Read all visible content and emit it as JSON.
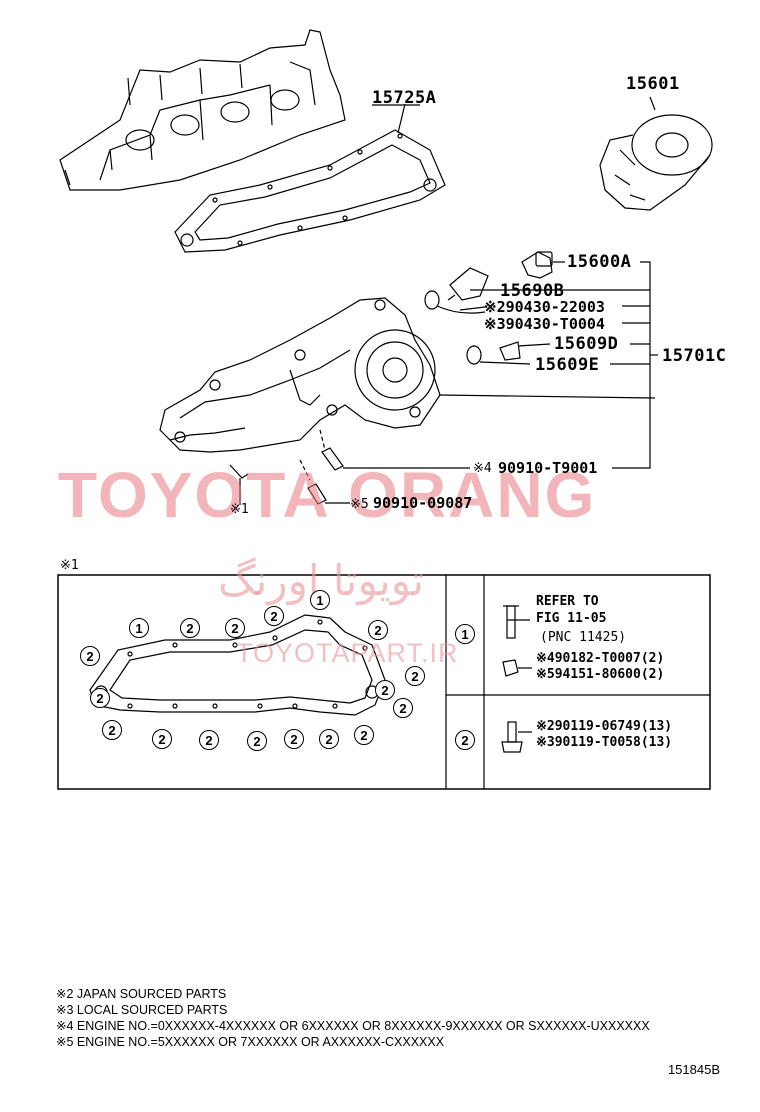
{
  "watermark": {
    "main": "TOYOTA ORANG",
    "persian": "تویوتا اورنگ",
    "url": "TOYOTAPART.IR"
  },
  "callouts": {
    "gasket": "15725A",
    "filter": "15601",
    "sensor_a": "15600A",
    "switch_b": "15690B",
    "gasket_jp": "※290430-22003",
    "gasket_local": "※390430-T0004",
    "plug_d": "15609D",
    "gasket_e": "15609E",
    "assembly": "15701C",
    "stud_4": "90910-T9001",
    "stud_4_mark": "※4",
    "stud_5": "90910-09087",
    "stud_5_mark": "※5",
    "detail_ref": "※1"
  },
  "detail": {
    "title": "※1",
    "rows": [
      {
        "marker": "1",
        "refer_line1": "REFER TO",
        "refer_line2": "FIG 11-05",
        "refer_line3": "(PNC 11425)",
        "part_a": "※490182-T0007(2)",
        "part_b": "※594151-80600(2)"
      },
      {
        "marker": "2",
        "part_a": "※290119-06749(13)",
        "part_b": "※390119-T0058(13)"
      }
    ],
    "bolt_markers": [
      "1",
      "2",
      "2",
      "2",
      "2",
      "2",
      "1",
      "2",
      "2",
      "2",
      "2",
      "2",
      "2",
      "2",
      "2",
      "2",
      "2",
      "2"
    ]
  },
  "notes": [
    "※2 JAPAN SOURCED PARTS",
    "※3 LOCAL SOURCED PARTS",
    "※4 ENGINE NO.=0XXXXXX-4XXXXXX OR 6XXXXXX OR 8XXXXXX-9XXXXXX OR SXXXXXX-UXXXXXX",
    "※5 ENGINE NO.=5XXXXXX OR 7XXXXXX OR AXXXXXX-CXXXXXX"
  ],
  "figure_code": "151845B"
}
